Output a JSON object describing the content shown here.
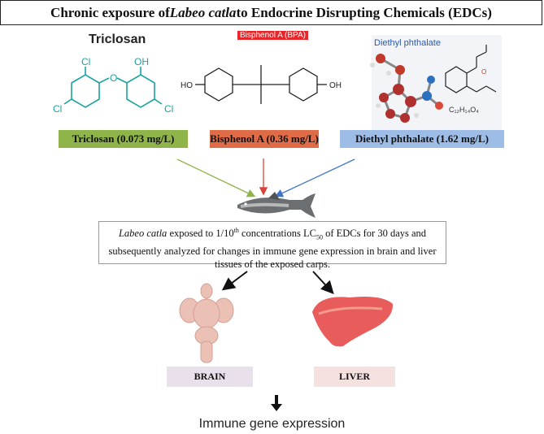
{
  "title": {
    "prefix": "Chronic exposure of ",
    "species": "Labeo catla",
    "suffix": " to Endocrine Disrupting Chemicals (EDCs)"
  },
  "chemicals": {
    "triclosan": {
      "name": "Triclosan",
      "badge": "Triclosan (0.073 mg/L)",
      "color": "#8fb44a",
      "atoms": {
        "cl_top": "Cl",
        "cl_left": "Cl",
        "cl_right": "Cl",
        "oh": "OH",
        "o": "O"
      }
    },
    "bpa": {
      "name": "Bisphenol A (BPA)",
      "badge": "Bisphenol A (0.36 mg/L)",
      "color": "#e06c47",
      "atoms": {
        "ho": "HO",
        "oh": "OH"
      }
    },
    "dep": {
      "name": "Diethyl phthalate",
      "badge": "Diethyl phthalate (1.62 mg/L)",
      "color": "#9dbde7",
      "formula": "C₁₂H₁₄O₄",
      "atoms": {
        "o": "O"
      }
    }
  },
  "description": {
    "species": "Labeo catla",
    "part1": " exposed to 1/10",
    "sup": "th",
    "part2": " concentrations LC",
    "sub": "50",
    "part3": " of EDCs for 30 days and subsequently analyzed for changes in immune gene expression in brain and liver tissues of the exposed carps."
  },
  "organs": {
    "brain": "BRAIN",
    "liver": "LIVER"
  },
  "footer": "Immune gene expression"
}
